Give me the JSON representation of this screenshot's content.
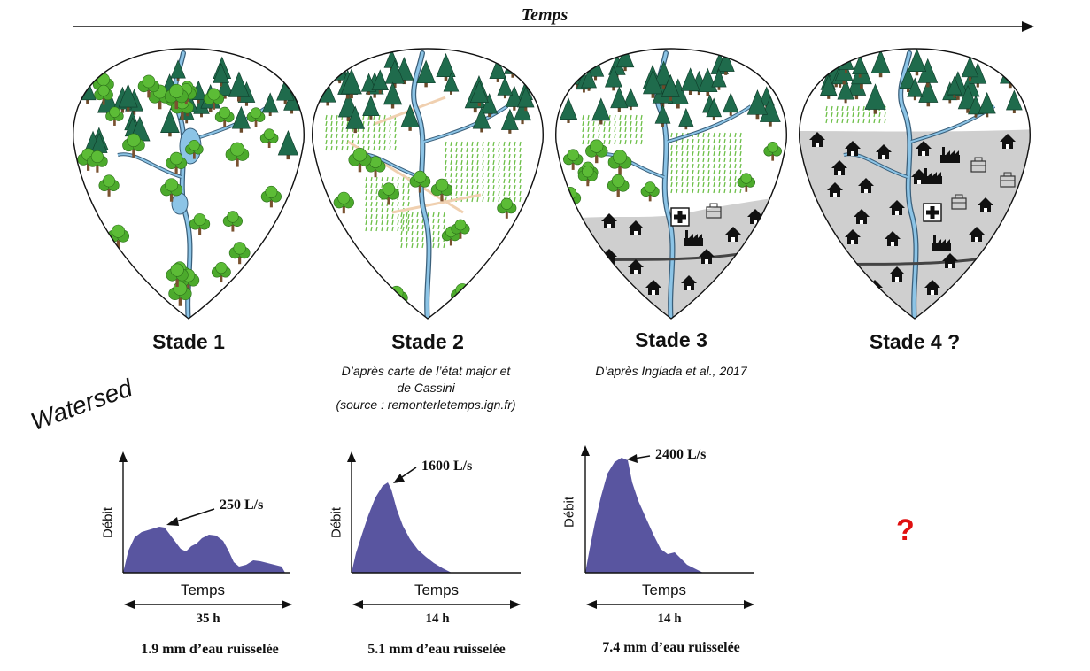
{
  "timeline": {
    "label": "Temps"
  },
  "side_label": "Watersed",
  "stages": [
    {
      "title": "Stade 1",
      "credit": []
    },
    {
      "title": "Stade 2",
      "credit": [
        "D’après carte de l’état major et",
        "de Cassini",
        "(source : remonterletemps.ign.fr)"
      ]
    },
    {
      "title": "Stade 3",
      "credit": [
        "D’après Inglada et al., 2017"
      ]
    },
    {
      "title": "Stade 4 ?",
      "credit": []
    }
  ],
  "hydrographs": [
    {
      "ylabel": "Débit",
      "xlabel": "Temps",
      "peak": "250 L/s",
      "duration": "35 h",
      "runoff": "1.9 mm d’eau ruisselée"
    },
    {
      "ylabel": "Débit",
      "xlabel": "Temps",
      "peak": "1600 L/s",
      "duration": "14 h",
      "runoff": "5.1 mm d’eau ruisselée"
    },
    {
      "ylabel": "Débit",
      "xlabel": "Temps",
      "peak": "2400 L/s",
      "duration": "14 h",
      "runoff": "7.4 mm d’eau ruisselée"
    }
  ],
  "stage4_unknown": "?",
  "colors": {
    "hydrograph_fill": "#5955a0",
    "urban_grey": "#cfcfcf",
    "river": "#8cc4e6",
    "tree_green": "#4caa2c",
    "conifer_green": "#1f6b4c",
    "question_red": "#e01010"
  }
}
